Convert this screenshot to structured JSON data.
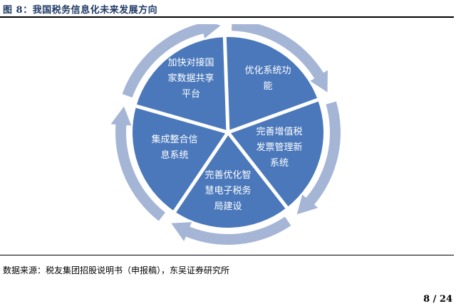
{
  "figure": {
    "title": "图 8：我国税务信息化未来发展方向"
  },
  "diagram": {
    "segments": [
      {
        "name": "seg-1",
        "lines": [
          "优化系统功",
          "能"
        ]
      },
      {
        "name": "seg-2",
        "lines": [
          "完善增值税",
          "发票管理新",
          "系统"
        ]
      },
      {
        "name": "seg-3",
        "lines": [
          "完善优化智",
          "慧电子税务",
          "局建设"
        ]
      },
      {
        "name": "seg-4",
        "lines": [
          "集成整合信",
          "息系统"
        ]
      },
      {
        "name": "seg-5",
        "lines": [
          "加快对接国",
          "家数据共享",
          "平台"
        ]
      }
    ],
    "colors": {
      "segment": "#4a78bb",
      "arrow": "#a5b5d6",
      "gap": "#ffffff"
    }
  },
  "footer": {
    "source": "数据来源：税友集团招股说明书（申报稿），东吴证券研究所",
    "page": "8 / 24"
  }
}
